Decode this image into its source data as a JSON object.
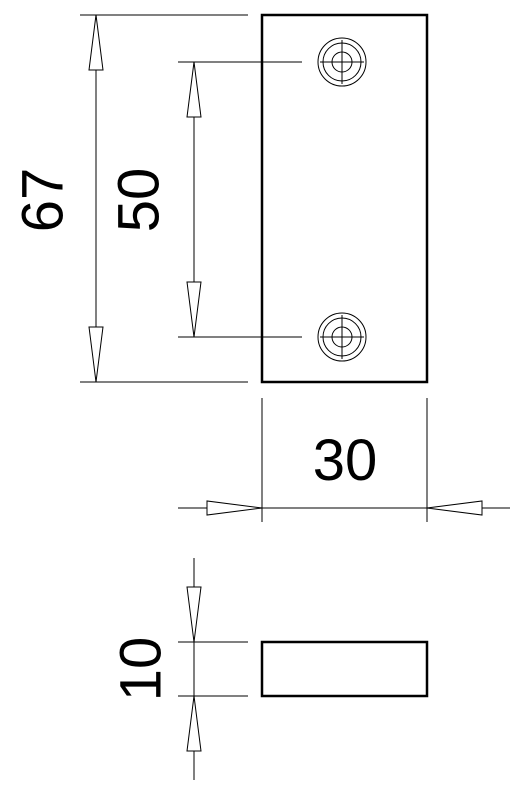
{
  "drawing": {
    "dimensions": {
      "overall_length": "67",
      "hole_spacing": "50",
      "width": "30",
      "thickness": "10"
    }
  }
}
